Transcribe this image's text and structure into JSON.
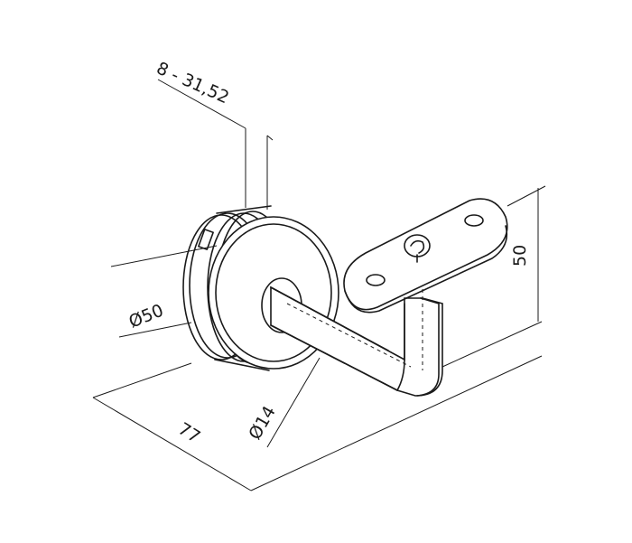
{
  "dimensions": {
    "thickness_label": "8 - 31,52",
    "diameter_label": "Ø50",
    "length_label": "77",
    "tube_label": "Ø14",
    "height_label": "50"
  },
  "colors": {
    "line": "#1a1a1a",
    "background": "#ffffff"
  }
}
